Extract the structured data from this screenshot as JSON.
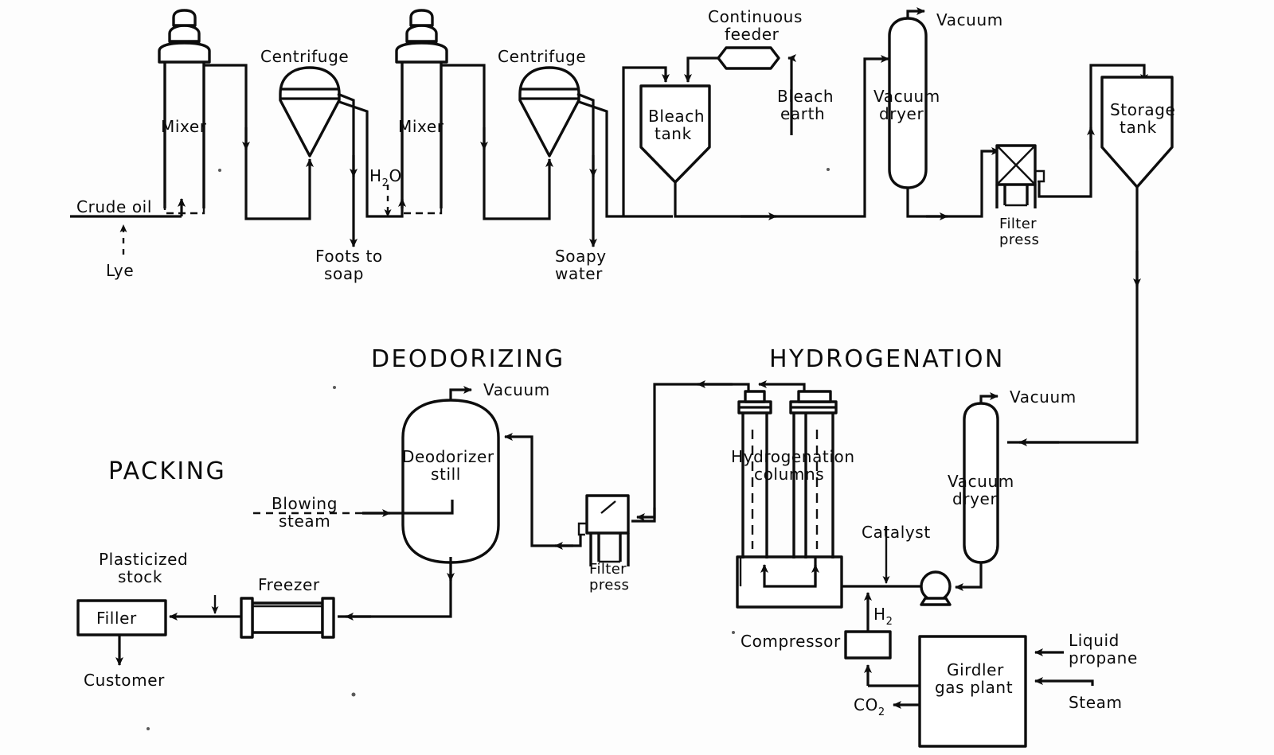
{
  "diagram": {
    "title": "Vegetable oil refining, hydrogenation, deodorizing and packing process flow",
    "sections": [
      {
        "id": "refining",
        "label": ""
      },
      {
        "id": "deodorizing",
        "label": "DEODORIZING"
      },
      {
        "id": "hydrogenation",
        "label": "HYDROGENATION"
      },
      {
        "id": "packing",
        "label": "PACKING"
      }
    ]
  },
  "equipment": {
    "mixer_1": "Mixer",
    "centrifuge_1": "Centrifuge",
    "mixer_2": "Mixer",
    "centrifuge_2": "Centrifuge",
    "bleach_tank": "Bleach\ntank",
    "bleach_tank_l1": "Bleach",
    "bleach_tank_l2": "tank",
    "continuous_feeder_l1": "Continuous",
    "continuous_feeder_l2": "feeder",
    "vacuum_dryer_top_l1": "Vacuum",
    "vacuum_dryer_top_l2": "dryer",
    "filter_press_top_l1": "Filter",
    "filter_press_top_l2": "press",
    "storage_tank_l1": "Storage",
    "storage_tank_l2": "tank",
    "deodorizer_still_l1": "Deodorizer",
    "deodorizer_still_l2": "still",
    "filter_press_mid_l1": "Filter",
    "filter_press_mid_l2": "press",
    "hydrogenation_columns_l1": "Hydrogenation",
    "hydrogenation_columns_l2": "columns",
    "vacuum_dryer_hyd_l1": "Vacuum",
    "vacuum_dryer_hyd_l2": "dryer",
    "compressor": "Compressor",
    "girdler_l1": "Girdler",
    "girdler_l2": "gas plant",
    "freezer": "Freezer",
    "filler": "Filler"
  },
  "streams": {
    "crude_oil": "Crude oil",
    "lye": "Lye",
    "foots_to_soap_l1": "Foots to",
    "foots_to_soap_l2": "soap",
    "h2o": "H",
    "h2o_sub": "2",
    "h2o_tail": "O",
    "soapy_water_l1": "Soapy",
    "soapy_water_l2": "water",
    "bleach_earth_l1": "Bleach",
    "bleach_earth_l2": "earth",
    "vacuum_dryer_top_out": "Vacuum",
    "vacuum_deodorizer": "Vacuum",
    "vacuum_hydrogenation": "Vacuum",
    "blowing_steam_l1": "Blowing",
    "blowing_steam_l2": "steam",
    "plasticized_stock_l1": "Plasticized",
    "plasticized_stock_l2": "stock",
    "customer": "Customer",
    "catalyst": "Catalyst",
    "hydrogen": "H",
    "hydrogen_sub": "2",
    "carbon_dioxide": "CO",
    "carbon_dioxide_sub": "2",
    "liquid_propane_l1": "Liquid",
    "liquid_propane_l2": "propane",
    "steam": "Steam"
  },
  "colors": {
    "ink": "#0d0d0d",
    "paper": "#fdfdfd"
  }
}
